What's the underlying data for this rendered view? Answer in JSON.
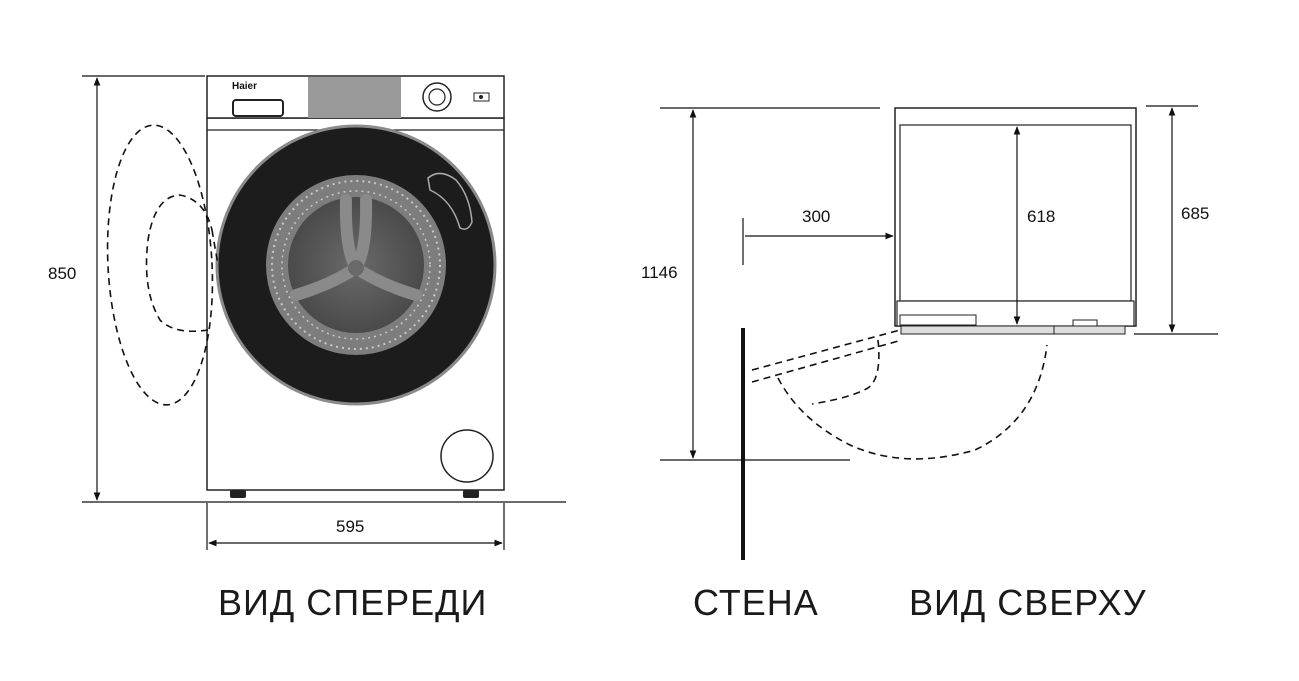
{
  "brand": "Haier",
  "front": {
    "height_label": "850",
    "width_label": "595",
    "caption": "ВИД СПЕРЕДИ"
  },
  "top": {
    "depth_open_label": "1146",
    "wall_gap_label": "300",
    "body_depth_label": "618",
    "total_depth_label": "685",
    "wall_caption": "СТЕНА",
    "caption": "ВИД СВЕРХУ"
  }
}
